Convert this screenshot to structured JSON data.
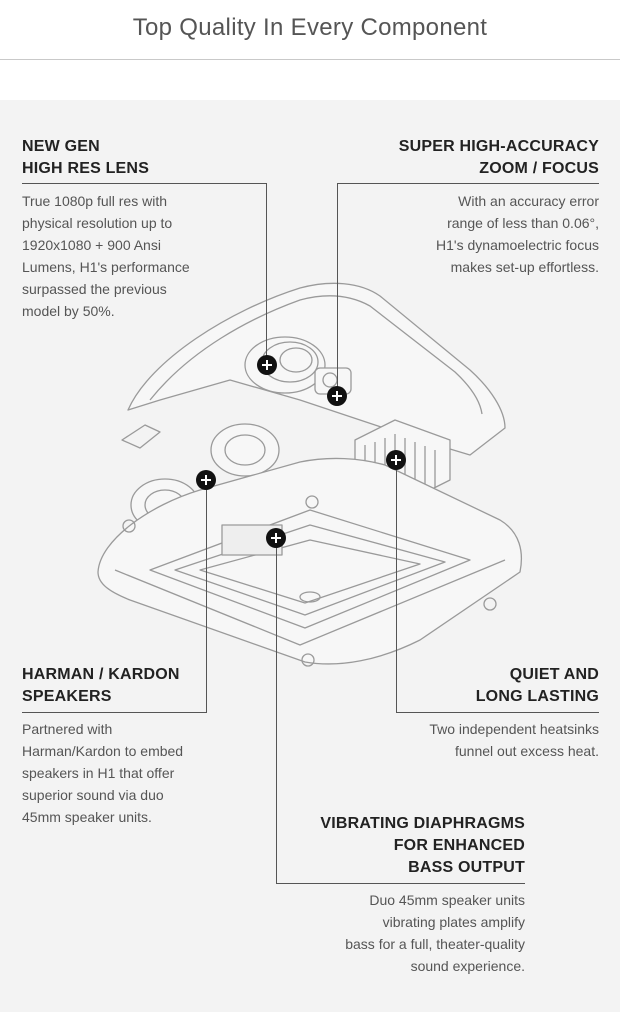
{
  "header": {
    "title": "Top Quality In Every Component"
  },
  "callouts": {
    "lens": {
      "heading": [
        "NEW GEN",
        "HIGH RES LENS"
      ],
      "body": [
        "True 1080p full res with",
        "physical resolution up to",
        "1920x1080 + 900 Ansi",
        "Lumens, H1's performance",
        "surpassed the previous",
        "model by 50%."
      ]
    },
    "zoom": {
      "heading": [
        "SUPER HIGH-ACCURACY",
        "ZOOM / FOCUS"
      ],
      "body": [
        "With an accuracy error",
        "range of less than 0.06°,",
        "H1's dynamoelectric focus",
        "makes set-up effortless."
      ]
    },
    "speakers": {
      "heading": [
        "HARMAN / KARDON",
        "SPEAKERS"
      ],
      "body": [
        "Partnered with",
        "Harman/Kardon to embed",
        "speakers in H1 that offer",
        "superior sound via duo",
        "45mm speaker units."
      ]
    },
    "quiet": {
      "heading": [
        "QUIET AND",
        "LONG LASTING"
      ],
      "body": [
        "Two independent heatsinks",
        "funnel out excess heat."
      ]
    },
    "bass": {
      "heading": [
        "VIBRATING DIAPHRAGMS",
        "FOR ENHANCED",
        "BASS OUTPUT"
      ],
      "body": [
        "Duo 45mm speaker units",
        "vibrating plates amplify",
        "bass for a full, theater-quality",
        "sound experience."
      ]
    }
  },
  "icons": {
    "hotspot": "plus-hotspot-icon"
  },
  "colors": {
    "panel": "#f3f3f3",
    "text": "#555555",
    "heading": "#222222",
    "hotspot": "#111111"
  }
}
